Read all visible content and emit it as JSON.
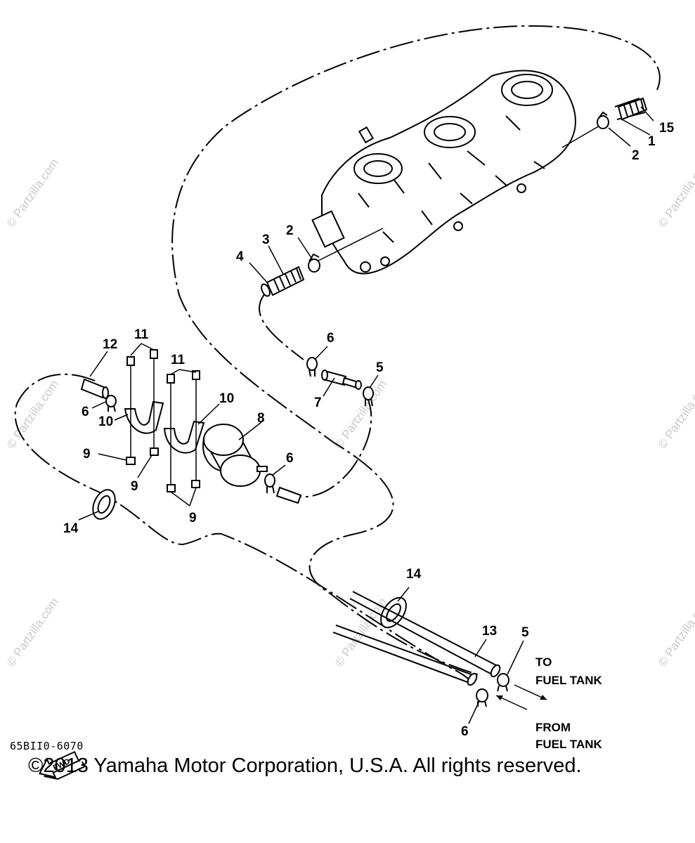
{
  "diagram": {
    "labels": {
      "p1": "1",
      "p2a": "2",
      "p2b": "2",
      "p3": "3",
      "p4": "4",
      "p5a": "5",
      "p5b": "5",
      "p6a": "6",
      "p6b": "6",
      "p6c": "6",
      "p6d": "6",
      "p7": "7",
      "p8": "8",
      "p9a": "9",
      "p9b": "9",
      "p9c": "9",
      "p10a": "10",
      "p10b": "10",
      "p11a": "11",
      "p11b": "11",
      "p12": "12",
      "p13": "13",
      "p14a": "14",
      "p14b": "14",
      "p15": "15"
    },
    "flow": {
      "to_line1": "TO",
      "to_line2": "FUEL TANK",
      "from_line1": "FROM",
      "from_line2": "FUEL TANK"
    },
    "fwd_label": "FWD",
    "watermark": "© Partzilla.com",
    "drawing_code": "65BII0-6070",
    "copyright": "©2013 Yamaha Motor Corporation, U.S.A. All rights reserved."
  }
}
